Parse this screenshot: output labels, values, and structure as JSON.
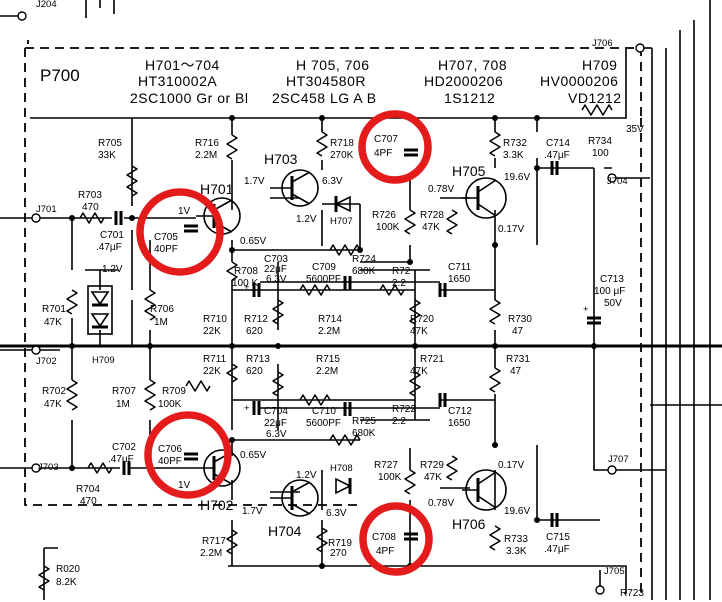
{
  "board": {
    "label": "P700"
  },
  "header": [
    {
      "refs": "H701～704",
      "part": "HT310002A",
      "type": "2SC1000 Gr or Bl"
    },
    {
      "refs": "H 705, 706",
      "part": "HT304580R",
      "type": "2SC458 LG A B"
    },
    {
      "refs": "H707, 708",
      "part": "HD2000206",
      "type": "1S1212"
    },
    {
      "refs": "H709",
      "part": "HV0000206",
      "type": "VD1212"
    }
  ],
  "connectors": [
    "J701",
    "J702",
    "J703",
    "J704",
    "J705",
    "J706",
    "J707",
    "J204"
  ],
  "transistors": [
    "H701",
    "H702",
    "H703",
    "H704",
    "H705",
    "H706"
  ],
  "diodes": [
    "H707",
    "H708",
    "H709"
  ],
  "resistors": [
    {
      "ref": "R705",
      "value": "33K"
    },
    {
      "ref": "R716",
      "value": "2.2M"
    },
    {
      "ref": "R718",
      "value": "270K"
    },
    {
      "ref": "R732",
      "value": "3.3K"
    },
    {
      "ref": "R734",
      "value": "100"
    },
    {
      "ref": "R703",
      "value": "470"
    },
    {
      "ref": "R726",
      "value": "100K"
    },
    {
      "ref": "R728",
      "value": "47K"
    },
    {
      "ref": "R701",
      "value": "47K"
    },
    {
      "ref": "R706",
      "value": "1M"
    },
    {
      "ref": "R710",
      "value": "22K"
    },
    {
      "ref": "R712",
      "value": "620"
    },
    {
      "ref": "R714",
      "value": "2.2M"
    },
    {
      "ref": "R724",
      "value": "680K"
    },
    {
      "ref": "R730",
      "value": "47"
    },
    {
      "ref": "R702",
      "value": "47K"
    },
    {
      "ref": "R707",
      "value": "1M"
    },
    {
      "ref": "R711",
      "value": "22K"
    },
    {
      "ref": "R713",
      "value": "620"
    },
    {
      "ref": "R715",
      "value": "2.2M"
    },
    {
      "ref": "R725",
      "value": "680K"
    },
    {
      "ref": "R731",
      "value": "47"
    },
    {
      "ref": "R709",
      "value": "100K"
    },
    {
      "ref": "R704",
      "value": "470"
    },
    {
      "ref": "R727",
      "value": "100K"
    },
    {
      "ref": "R729",
      "value": "47K"
    },
    {
      "ref": "R717",
      "value": "2.2M"
    },
    {
      "ref": "R733",
      "value": "3.3K"
    },
    {
      "ref": "R020",
      "value": "8.2K"
    }
  ],
  "capacitors": [
    {
      "ref": "C707",
      "value": "4PF"
    },
    {
      "ref": "C714",
      "value": ".47μF"
    },
    {
      "ref": "C701",
      "value": ".47μF"
    },
    {
      "ref": "C705",
      "value": "40PF"
    },
    {
      "ref": "C703",
      "value": "22μF",
      "rating": "6.3V"
    },
    {
      "ref": "C709",
      "value": "5600PF"
    },
    {
      "ref": "C711",
      "value": "1650"
    },
    {
      "ref": "C713",
      "value": "100 μF",
      "rating": "50V"
    },
    {
      "ref": "C702",
      "value": ".47μF"
    },
    {
      "ref": "C706",
      "value": "40PF"
    },
    {
      "ref": "C704",
      "value": "22μF",
      "rating": "6.3V"
    },
    {
      "ref": "C710",
      "value": "5600PF"
    },
    {
      "ref": "C712",
      "value": "1650"
    },
    {
      "ref": "C708",
      "value": "4PF"
    },
    {
      "ref": "C715",
      "value": ".47μF"
    }
  ],
  "partial_labels": [
    "R708",
    "R72",
    "R720",
    "R721",
    "R722",
    "R719",
    "R723"
  ],
  "partial_values": [
    "100 K",
    "2.2",
    "2.2",
    "47K",
    "47K",
    "270"
  ],
  "voltages": [
    "1.7V",
    "6.3V",
    "1.2V",
    "0.78V",
    "19.6V",
    "0.17V",
    "1V",
    "0.65V",
    "1.2V",
    "35V"
  ],
  "colors": {
    "ink": "#000000",
    "paper": "#ffffff",
    "highlight": "#e31b1b"
  }
}
